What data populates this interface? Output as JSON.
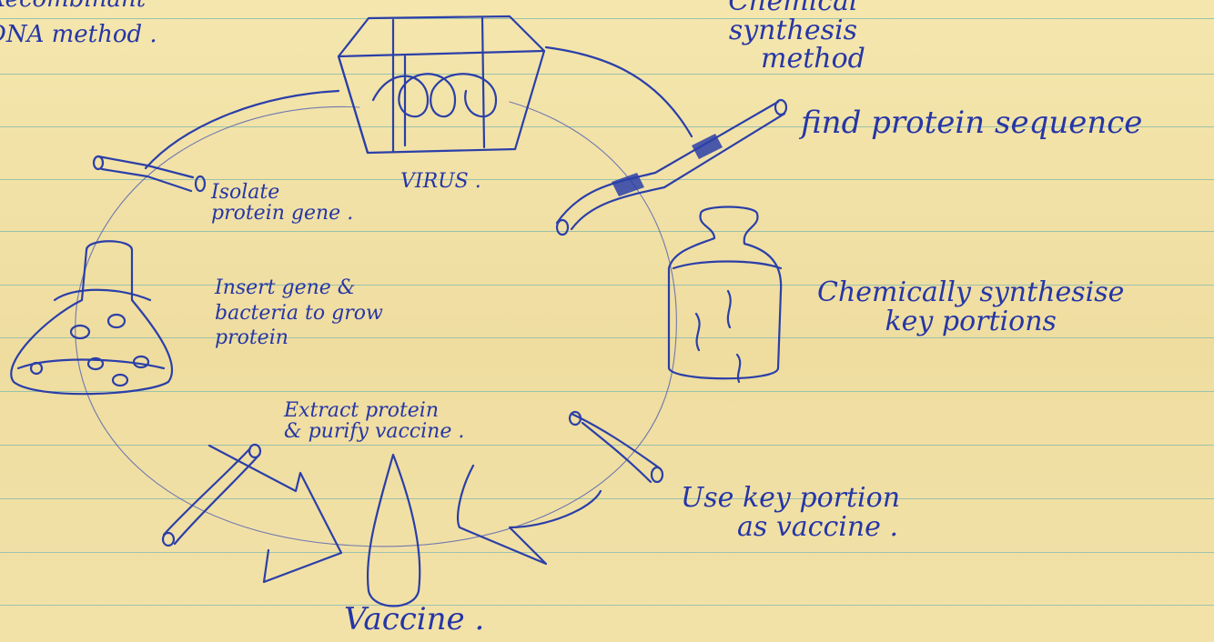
{
  "labels": {
    "recombinant_title": [
      "Recombinant",
      "DNA method ."
    ],
    "chemical_title": [
      "Chemical",
      "synthesis",
      "method"
    ],
    "virus": "VIRUS .",
    "isolate": [
      "Isolate",
      "protein gene ."
    ],
    "find_sequence": "find protein sequence",
    "insert_gene": [
      "Insert gene &",
      "bacteria to grow",
      "protein"
    ],
    "chem_synth": [
      "Chemically synthesise",
      "key portions"
    ],
    "extract": [
      "Extract protein",
      "& purify vaccine ."
    ],
    "use_key": [
      "Use key portion",
      "as vaccine ."
    ],
    "vaccine": "Vaccine ."
  },
  "colors": {
    "ink": "#2b3fa8",
    "paper": "#f1e2a6",
    "rule": "#7fb7ae"
  }
}
